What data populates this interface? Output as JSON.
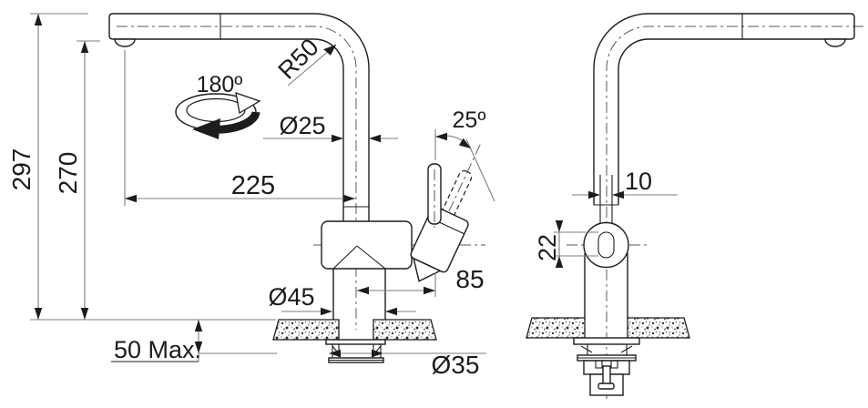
{
  "drawing": {
    "type": "technical-dimension-diagram",
    "subject": "pull-out kitchen faucet installation drawing, front and side views",
    "background": "#ffffff",
    "line_color": "#1c1c1c",
    "dim_line_color": "#7d7d7d",
    "front_view": {
      "dimensions": {
        "overall_height": "297",
        "spout_height": "270",
        "spout_reach": "225",
        "swivel_angle": "180º",
        "bend_radius": "R50",
        "spout_tube_diameter": "Ø25",
        "lever_angle": "25º",
        "lever_offset": "85",
        "base_diameter": "Ø45",
        "deck_thickness_max": "50 Max.",
        "hole_diameter": "Ø35"
      }
    },
    "side_view": {
      "dimensions": {
        "hose_width": "10",
        "slot_height": "22"
      }
    }
  }
}
